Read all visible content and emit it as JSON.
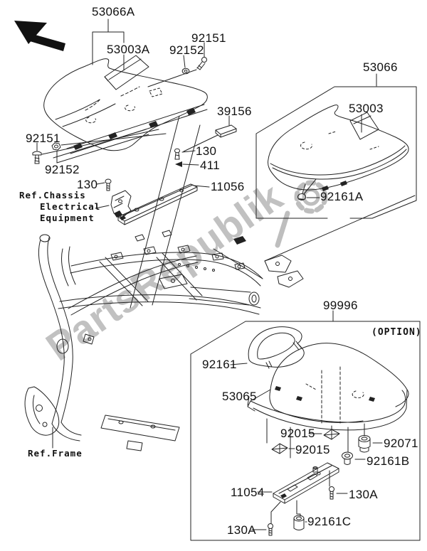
{
  "diagram": {
    "background": "#ffffff",
    "line_color": "#222222",
    "watermark": {
      "text": "PartsRepublik",
      "color": "#7d7d7d",
      "icon": "gear-icon"
    },
    "notes": {
      "ref_chassis_line1": "Ref.Chassis",
      "ref_chassis_line2": "Electrical",
      "ref_chassis_line3": "Equipment",
      "ref_frame": "Ref.Frame",
      "option": "(OPTION)"
    },
    "callouts": {
      "c53066a": "53066A",
      "c53003a": "53003A",
      "c92151_top": "92151",
      "c92152_top": "92152",
      "c39156": "39156",
      "c92151_left": "92151",
      "c92152_left": "92152",
      "c130_left": "130",
      "c11056": "11056",
      "c130_mid": "130",
      "c411": "411",
      "c53066": "53066",
      "c53003": "53003",
      "c92161a": "92161A",
      "c99996": "99996",
      "c92161": "92161",
      "c53065": "53065",
      "c92015_upper": "92015",
      "c92015_lower": "92015",
      "c92071": "92071",
      "c92161b": "92161B",
      "c11054": "11054",
      "c130a_right": "130A",
      "c92161c": "92161C",
      "c130a_left": "130A"
    }
  }
}
